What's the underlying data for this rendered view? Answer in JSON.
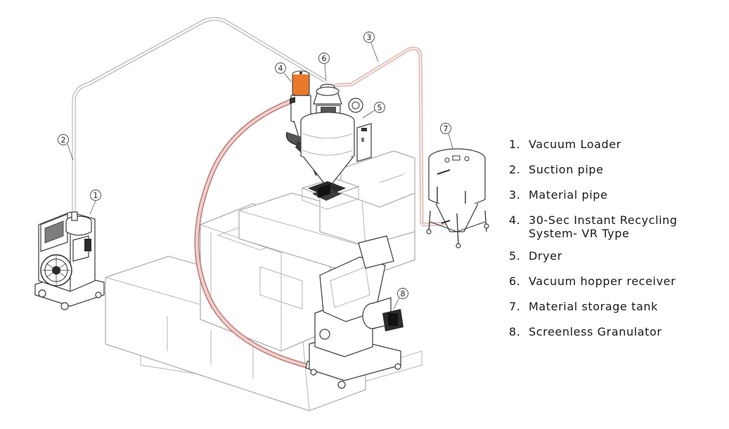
{
  "legend": {
    "items": [
      {
        "number": "1.",
        "label": "Vacuum Loader"
      },
      {
        "number": "2.",
        "label": "Suction pipe"
      },
      {
        "number": "3.",
        "label": "Material pipe"
      },
      {
        "number": "4.",
        "label": "30-Sec Instant Recycling System- VR Type"
      },
      {
        "number": "5.",
        "label": "Dryer"
      },
      {
        "number": "6.",
        "label": "Vacuum hopper receiver"
      },
      {
        "number": "7.",
        "label": "Material storage tank"
      },
      {
        "number": "8.",
        "label": "Screenless Granulator"
      }
    ]
  },
  "callouts": [
    "1",
    "2",
    "3",
    "4",
    "5",
    "6",
    "7",
    "8"
  ],
  "colors": {
    "suction_pipe": "#c8c8c8",
    "material_pipe": "#e3b8b4",
    "recycle_hose": "#c98a86",
    "vr_cylinder": "#e87a2a",
    "outline": "#9a9a9a",
    "dark_parts": "#2b2b2b"
  }
}
